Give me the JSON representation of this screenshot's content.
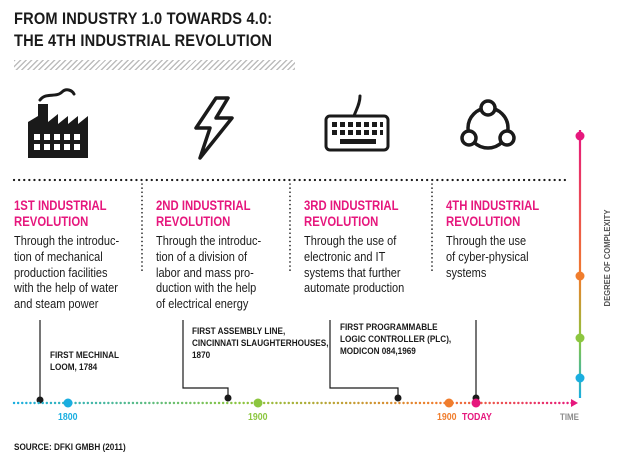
{
  "title": {
    "line1": "FROM INDUSTRY 1.0 TOWARDS 4.0:",
    "line2": "THE 4TH INDUSTRIAL REVOLUTION"
  },
  "columns": [
    {
      "title_line1": "1ST INDUSTRIAL",
      "title_line2": "REVOLUTION",
      "desc": [
        "Through the introduc-",
        "tion of mechanical",
        "production facilities",
        "with the help of water",
        "and steam power"
      ],
      "icon": "factory-icon"
    },
    {
      "title_line1": "2ND INDUSTRIAL",
      "title_line2": "REVOLUTION",
      "desc": [
        "Through the introduc-",
        "tion of a division of",
        "labor and mass pro-",
        "duction with the help",
        "of electrical energy"
      ],
      "icon": "lightning-icon"
    },
    {
      "title_line1": "3RD INDUSTRIAL",
      "title_line2": "REVOLUTION",
      "desc": [
        "Through the use of",
        "electronic and IT",
        "systems that further",
        "automate production"
      ],
      "icon": "keyboard-icon"
    },
    {
      "title_line1": "4TH INDUSTRIAL",
      "title_line2": "REVOLUTION",
      "desc": [
        "Through the use",
        "of cyber-physical",
        "systems"
      ],
      "icon": "network-icon"
    }
  ],
  "events": [
    {
      "lines": [
        "FIRST MECHINAL",
        "LOOM, 1784"
      ]
    },
    {
      "lines": [
        "FIRST ASSEMBLY LINE,",
        "CINCINNATI SLAUGHTERHOUSES,",
        "1870"
      ]
    },
    {
      "lines": [
        "FIRST PROGRAMMABLE",
        "LOGIC CONTROLLER (PLC),",
        "MODICON 084,1969"
      ]
    }
  ],
  "timeline": {
    "ticks": [
      {
        "label": "1800",
        "color": "#1aaee0"
      },
      {
        "label": "1900",
        "color": "#8cc63f"
      },
      {
        "label": "1900",
        "color": "#f07d2d"
      },
      {
        "label": "TODAY",
        "color": "#e6177d"
      }
    ],
    "axis_label": "TIME"
  },
  "complexity_axis": {
    "label": "DEGREE OF COMPLEXITY"
  },
  "colors": {
    "pink": "#e6177d",
    "cyan": "#1aaee0",
    "green": "#8cc63f",
    "orange": "#f07d2d",
    "dark": "#1a1a1a"
  },
  "source": "SOURCE: DFKI GMBH (2011)"
}
